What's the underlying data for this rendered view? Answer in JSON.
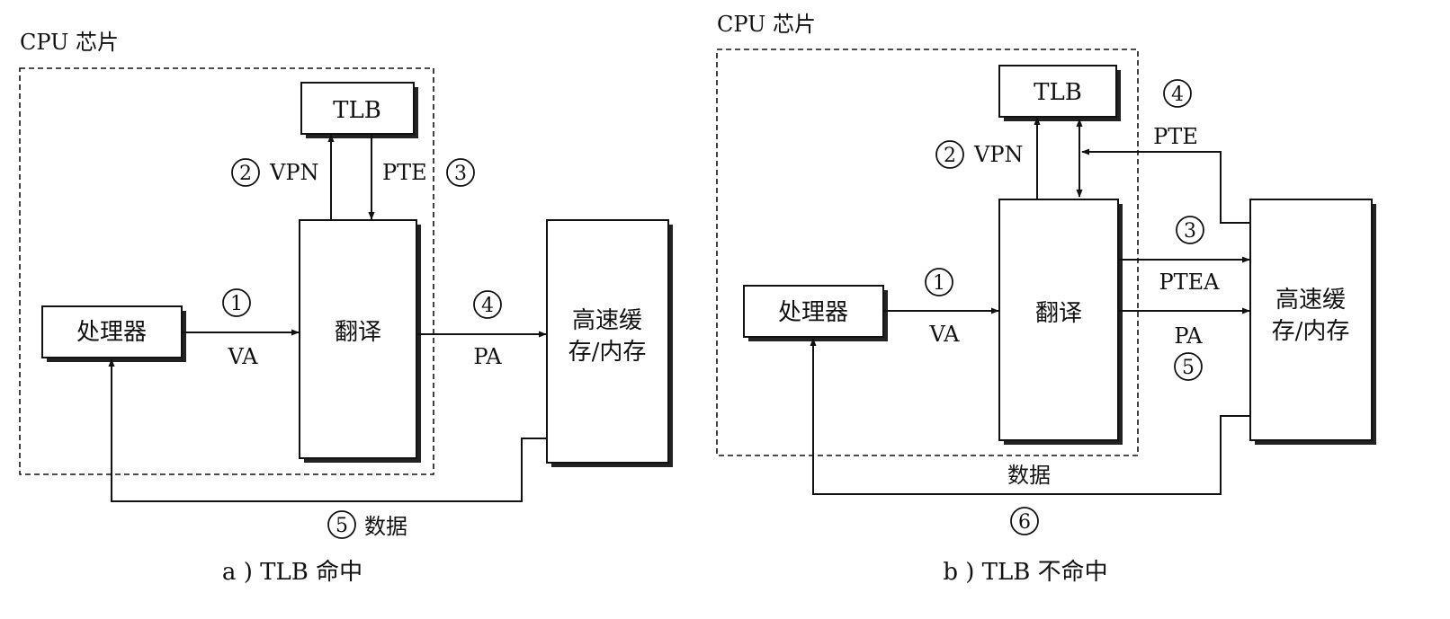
{
  "diagram_a": {
    "chip_label": "CPU 芯片",
    "tlb": "TLB",
    "translate": "翻译",
    "processor": "处理器",
    "cache_line1": "高速缓",
    "cache_line2": "存/内存",
    "steps": {
      "s1": "1",
      "s2": "2",
      "s3": "3",
      "s4": "4",
      "s5": "5"
    },
    "labels": {
      "vpn": "VPN",
      "pte": "PTE",
      "va": "VA",
      "pa": "PA",
      "data": "数据"
    },
    "caption": "a ) TLB 命中"
  },
  "diagram_b": {
    "chip_label": "CPU 芯片",
    "tlb": "TLB",
    "translate": "翻译",
    "processor": "处理器",
    "cache_line1": "高速缓",
    "cache_line2": "存/内存",
    "steps": {
      "s1": "1",
      "s2": "2",
      "s3": "3",
      "s4": "4",
      "s5": "5",
      "s6": "6"
    },
    "labels": {
      "vpn": "VPN",
      "pte": "PTE",
      "ptea": "PTEA",
      "va": "VA",
      "pa": "PA",
      "data": "数据"
    },
    "caption": "b ) TLB 不命中"
  }
}
